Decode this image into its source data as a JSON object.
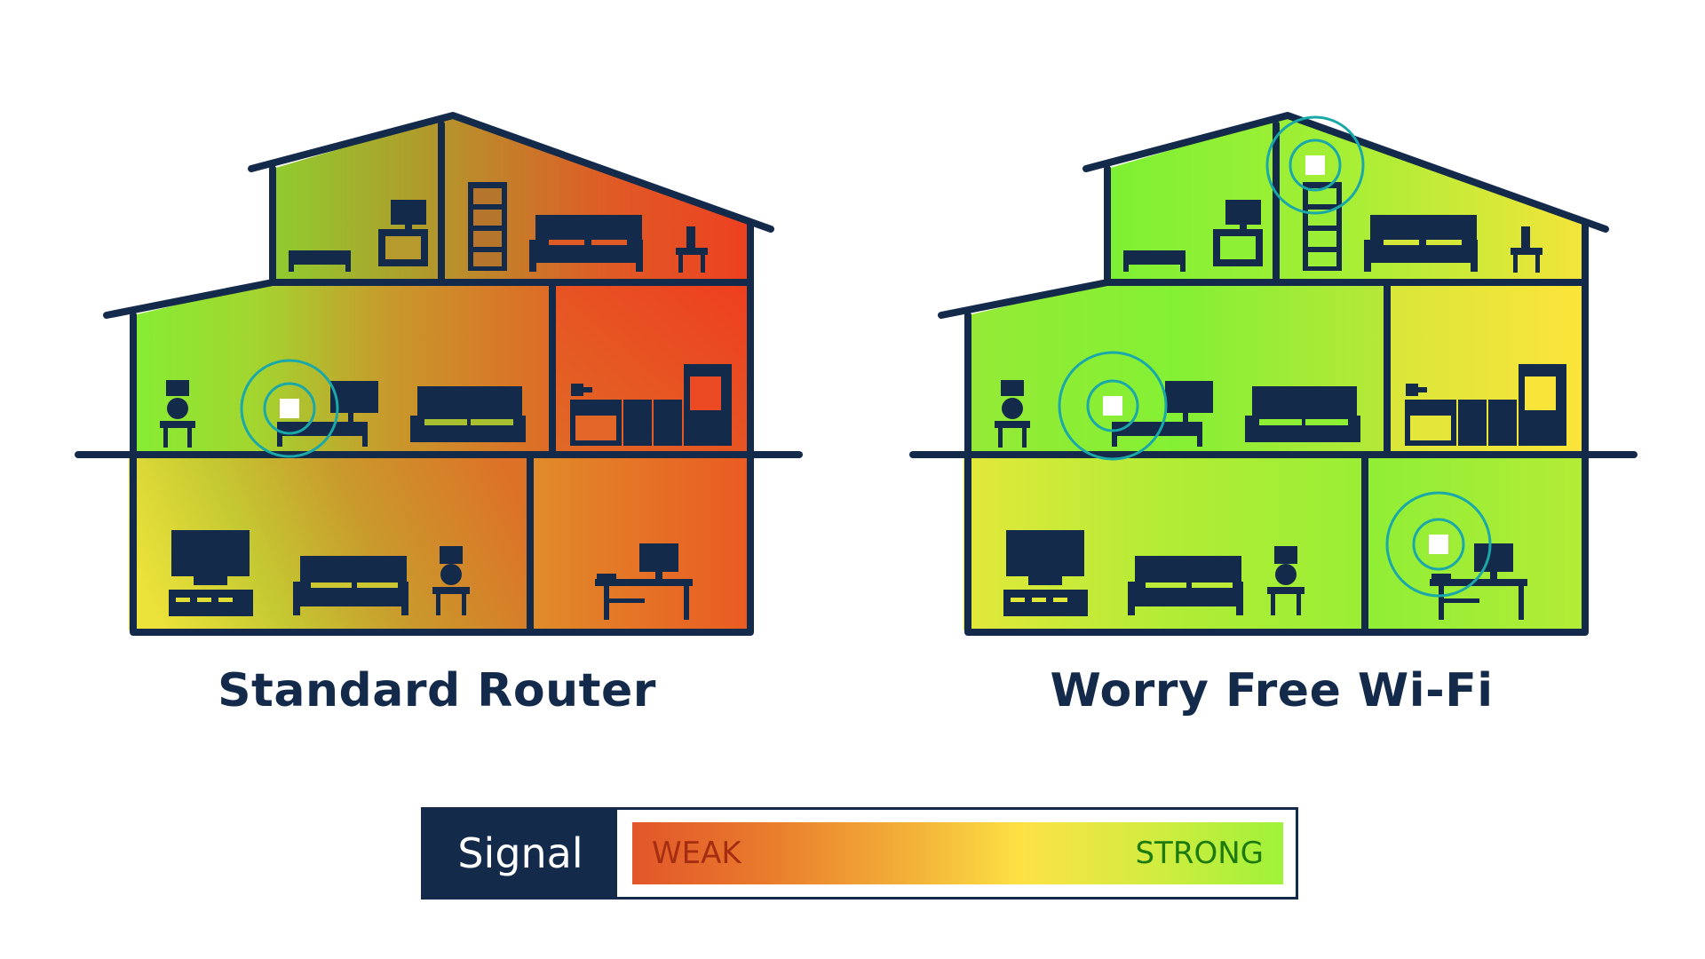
{
  "houses": [
    {
      "title": "Standard Router",
      "type": "standard"
    },
    {
      "title": "Worry Free Wi-Fi",
      "type": "mesh"
    }
  ],
  "legend": {
    "label": "Signal",
    "weak_label": "WEAK",
    "strong_label": "STRONG"
  },
  "colors": {
    "outline": "#132a4a",
    "signal_weak": "#e2562a",
    "signal_mid": "#fde244",
    "signal_strong": "#9ff23a",
    "router_ring": "#1aa8a8"
  }
}
